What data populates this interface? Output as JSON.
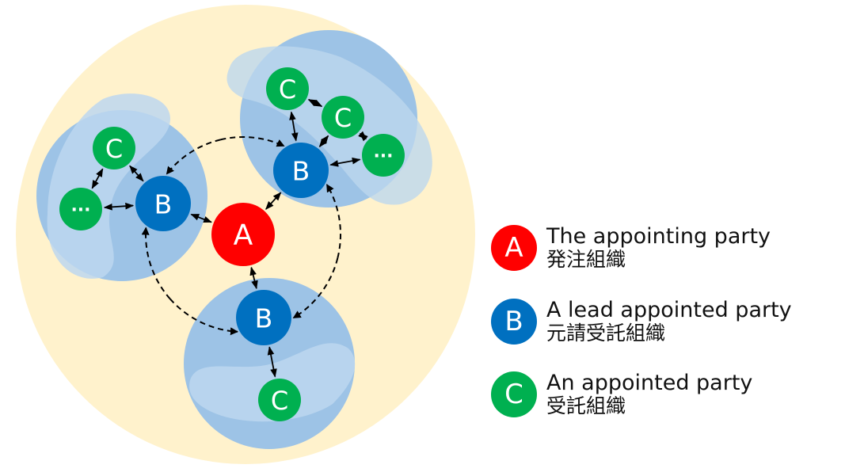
{
  "colors": {
    "background_circle": "#FFF2CC",
    "org_region": "#9DC3E6",
    "org_region_light": "#BDD7EE",
    "appointing_party": "#FF0000",
    "lead_appointed_party": "#0070C0",
    "appointed_party": "#00B050",
    "arrow": "#000000"
  },
  "nodes": {
    "a": {
      "label": "A",
      "role": "appointing_party"
    },
    "b_left": {
      "label": "B",
      "role": "lead_appointed_party"
    },
    "b_top": {
      "label": "B",
      "role": "lead_appointed_party"
    },
    "b_bottom": {
      "label": "B",
      "role": "lead_appointed_party"
    },
    "c_left": {
      "label": "C",
      "role": "appointed_party"
    },
    "more_left": {
      "label": "...",
      "role": "appointed_party"
    },
    "c_top_1": {
      "label": "C",
      "role": "appointed_party"
    },
    "c_top_2": {
      "label": "C",
      "role": "appointed_party"
    },
    "more_top": {
      "label": "...",
      "role": "appointed_party"
    },
    "c_bottom": {
      "label": "C",
      "role": "appointed_party"
    }
  },
  "connections": {
    "solid_bidirectional": [
      [
        "a",
        "b_left"
      ],
      [
        "a",
        "b_top"
      ],
      [
        "a",
        "b_bottom"
      ],
      [
        "b_left",
        "c_left"
      ],
      [
        "b_left",
        "more_left"
      ],
      [
        "c_left",
        "more_left"
      ],
      [
        "b_top",
        "c_top_1"
      ],
      [
        "b_top",
        "c_top_2"
      ],
      [
        "b_top",
        "more_top"
      ],
      [
        "c_top_1",
        "c_top_2"
      ],
      [
        "c_top_2",
        "more_top"
      ],
      [
        "b_bottom",
        "c_bottom"
      ]
    ],
    "dashed_directed": [
      [
        "b_top",
        "b_left"
      ],
      [
        "b_bottom",
        "b_left"
      ],
      [
        "b_left",
        "b_bottom"
      ],
      [
        "b_top",
        "b_bottom"
      ],
      [
        "b_left",
        "b_top"
      ],
      [
        "b_bottom",
        "b_top"
      ]
    ]
  },
  "legend": [
    {
      "badge": "A",
      "en": "The appointing party",
      "ja": "発注組織",
      "role": "appointing_party"
    },
    {
      "badge": "B",
      "en": "A lead appointed party",
      "ja": "元請受託組織",
      "role": "lead_appointed_party"
    },
    {
      "badge": "C",
      "en": "An appointed party",
      "ja": "受託組織",
      "role": "appointed_party"
    }
  ]
}
